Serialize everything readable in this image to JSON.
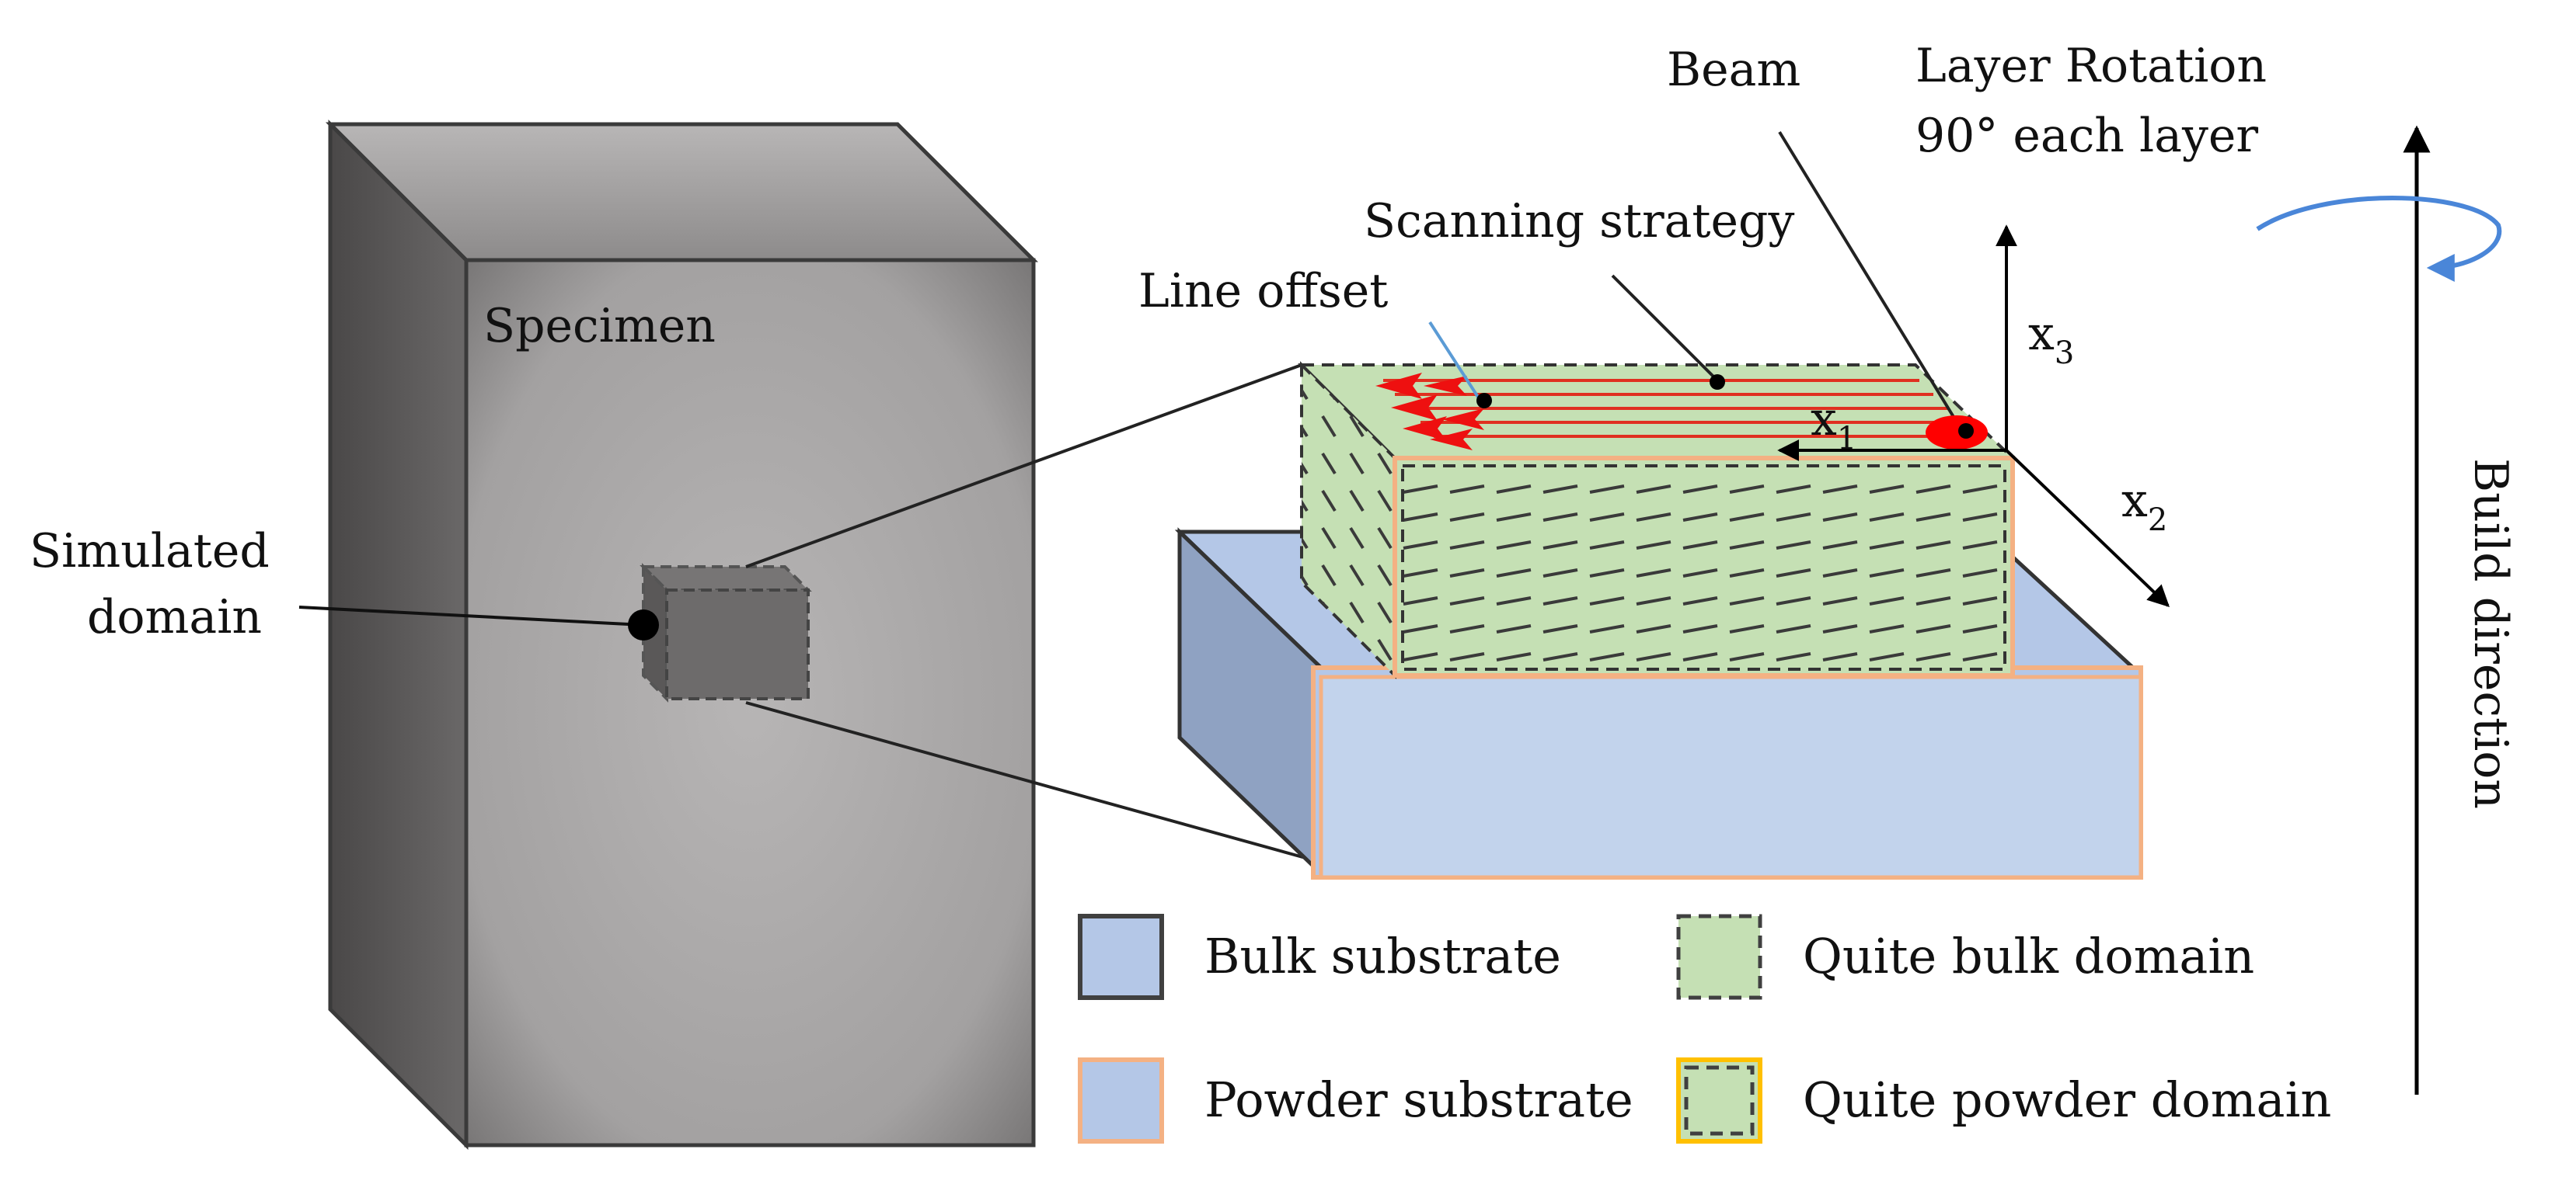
{
  "labels": {
    "specimen": "Specimen",
    "simulated_domain_line1": "Simulated",
    "simulated_domain_line2": "domain",
    "line_offset": "Line offset",
    "scanning_strategy": "Scanning strategy",
    "beam": "Beam",
    "layer_rotation_line1": "Layer Rotation",
    "layer_rotation_line2": "90° each layer",
    "build_direction": "Build direction",
    "x1": "x",
    "x1_sub": "1",
    "x2": "x",
    "x2_sub": "2",
    "x3": "x",
    "x3_sub": "3"
  },
  "legend": [
    {
      "label": "Bulk substrate"
    },
    {
      "label": "Quite bulk domain"
    },
    {
      "label": "Powder substrate"
    },
    {
      "label": "Quite powder domain"
    }
  ],
  "colors": {
    "bulk_fill": "#b4c7e7",
    "bulk_border": "#404040",
    "powder_border": "#f4b183",
    "domain_fill": "#c5e0b4",
    "domain_dash": "#404040",
    "powder_domain_border": "#ffc000",
    "scan_line": "#e03020",
    "beam": "#ff0000",
    "rotation_arrow": "#4a86d8"
  }
}
